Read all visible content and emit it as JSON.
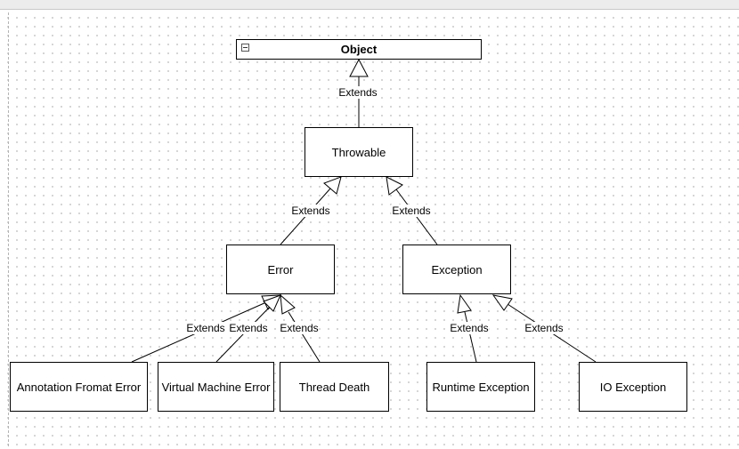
{
  "diagram": {
    "nodes": {
      "object": "Object",
      "throwable": "Throwable",
      "error": "Error",
      "exception": "Exception",
      "annotation_format_error": "Annotation Fromat Error",
      "virtual_machine_error": "Virtual Machine Error",
      "thread_death": "Thread Death",
      "runtime_exception": "Runtime Exception",
      "io_exception": "IO Exception"
    },
    "edges": [
      {
        "from": "throwable",
        "to": "object",
        "label": "Extends"
      },
      {
        "from": "error",
        "to": "throwable",
        "label": "Extends"
      },
      {
        "from": "exception",
        "to": "throwable",
        "label": "Extends"
      },
      {
        "from": "annotation_format_error",
        "to": "error",
        "label": "Extends"
      },
      {
        "from": "virtual_machine_error",
        "to": "error",
        "label": "Extends"
      },
      {
        "from": "thread_death",
        "to": "error",
        "label": "Extends"
      },
      {
        "from": "runtime_exception",
        "to": "exception",
        "label": "Extends"
      },
      {
        "from": "io_exception",
        "to": "exception",
        "label": "Extends"
      }
    ],
    "collapse_icon": "collapse-minus-icon"
  }
}
